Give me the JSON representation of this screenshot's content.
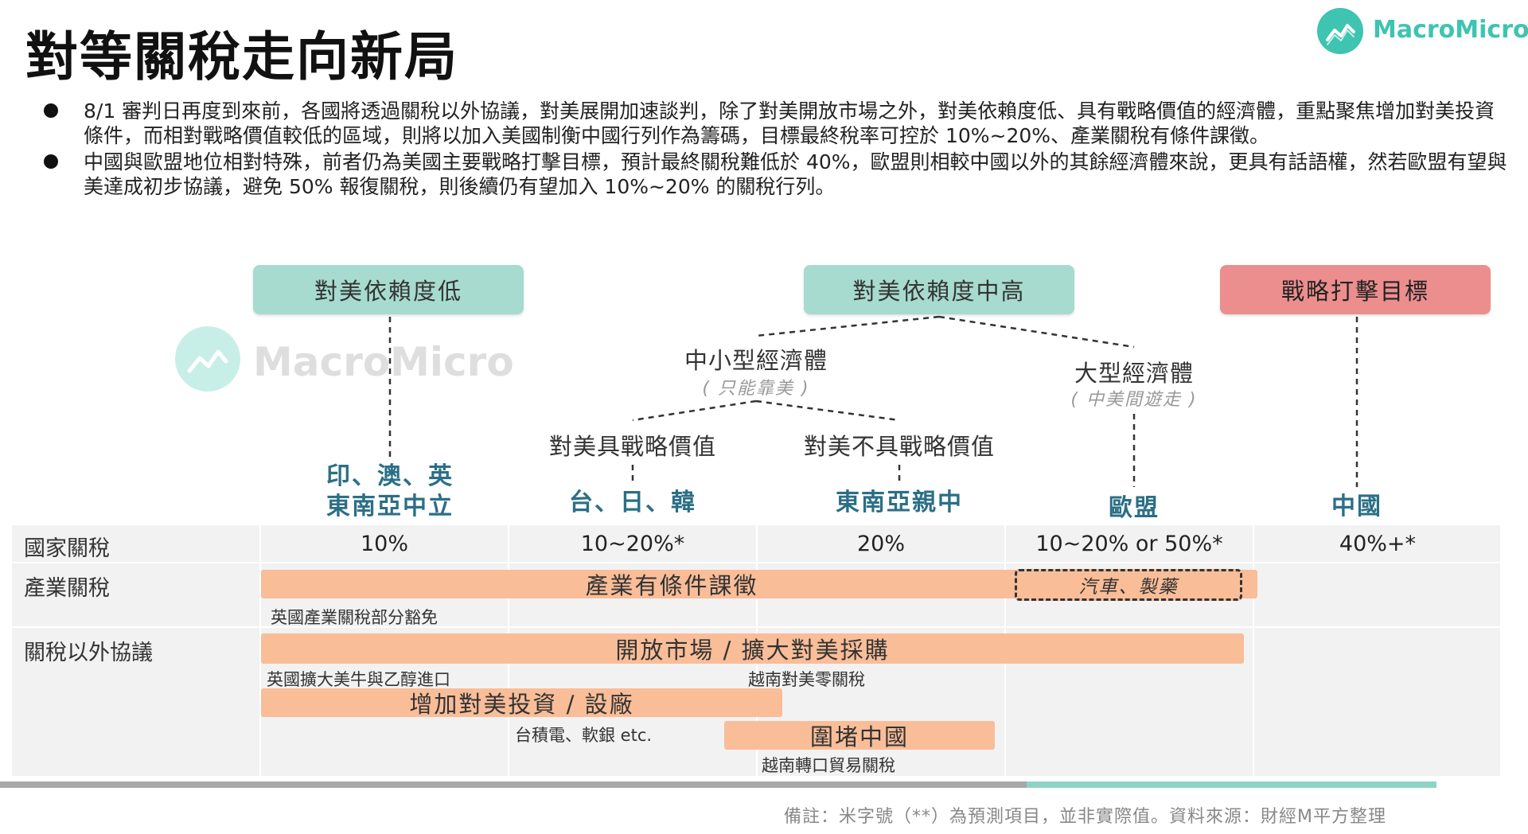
{
  "title": "對等關稅走向新局",
  "logo": {
    "text": "MacroMicro"
  },
  "bullets": [
    "8/1 審判日再度到來前，各國將透過關稅以外協議，對美展開加速談判，除了對美開放市場之外，對美依賴度低、具有戰略價值的經濟體，重點聚焦增加對美投資條件，而相對戰略價值較低的區域，則將以加入美國制衡中國行列作為籌碼，目標最終稅率可控於 10%~20%、產業關稅有條件課徵。",
    "中國與歐盟地位相對特殊，前者仍為美國主要戰略打擊目標，預計最終關稅難低於 40%，歐盟則相較中國以外的其餘經濟體來說，更具有話語權，然若歐盟有望與美達成初步協議，避免 50% 報復關稅，則後續仍有望加入 10%~20% 的關稅行列。"
  ],
  "watermark": {
    "text": "MacroMicro"
  },
  "headers": {
    "low": "對美依賴度低",
    "midhigh": "對美依賴度中高",
    "strategic": "戰略打擊目標"
  },
  "nodes": {
    "small": "中小型經濟體",
    "small_sub": "( 只能靠美 )",
    "large": "大型經濟體",
    "large_sub": "( 中美間遊走 )",
    "strategic_value": "對美具戰略價值",
    "no_strategic_value": "對美不具戰略價值"
  },
  "countries": {
    "c1_line1": "印、澳、英",
    "c1_line2": "東南亞中立",
    "c2": "台、日、韓",
    "c3": "東南亞親中",
    "c4": "歐盟",
    "c5": "中國"
  },
  "table": {
    "row_labels": [
      "國家關稅",
      "產業關稅",
      "關稅以外協議"
    ],
    "country_tariffs": [
      "10%",
      "10~20%*",
      "20%",
      "10~20% or 50%*",
      "40%+*"
    ],
    "industry_bar": "產業有條件課徵",
    "industry_exception": "汽車、製藥",
    "industry_note": "英國產業關稅部分豁免",
    "agreement_bar": "開放市場 / 擴大對美採購",
    "agreement_note_uk": "英國擴大美牛與乙醇進口",
    "agreement_note_vn": "越南對美零關稅",
    "invest_bar": "增加對美投資 / 設廠",
    "invest_note": "台積電、軟銀 etc.",
    "contain_bar": "圍堵中國",
    "contain_note": "越南轉口貿易關稅"
  },
  "footer": "備註：米字號（**）為預測項目，並非實際值。資料來源：財經M平方整理",
  "colors": {
    "accent": "#3ec4b0",
    "header_green": "#a7dbcf",
    "header_red": "#ec8e8e",
    "bar_orange": "#f9bd98",
    "country_blue": "#2b6f86"
  }
}
